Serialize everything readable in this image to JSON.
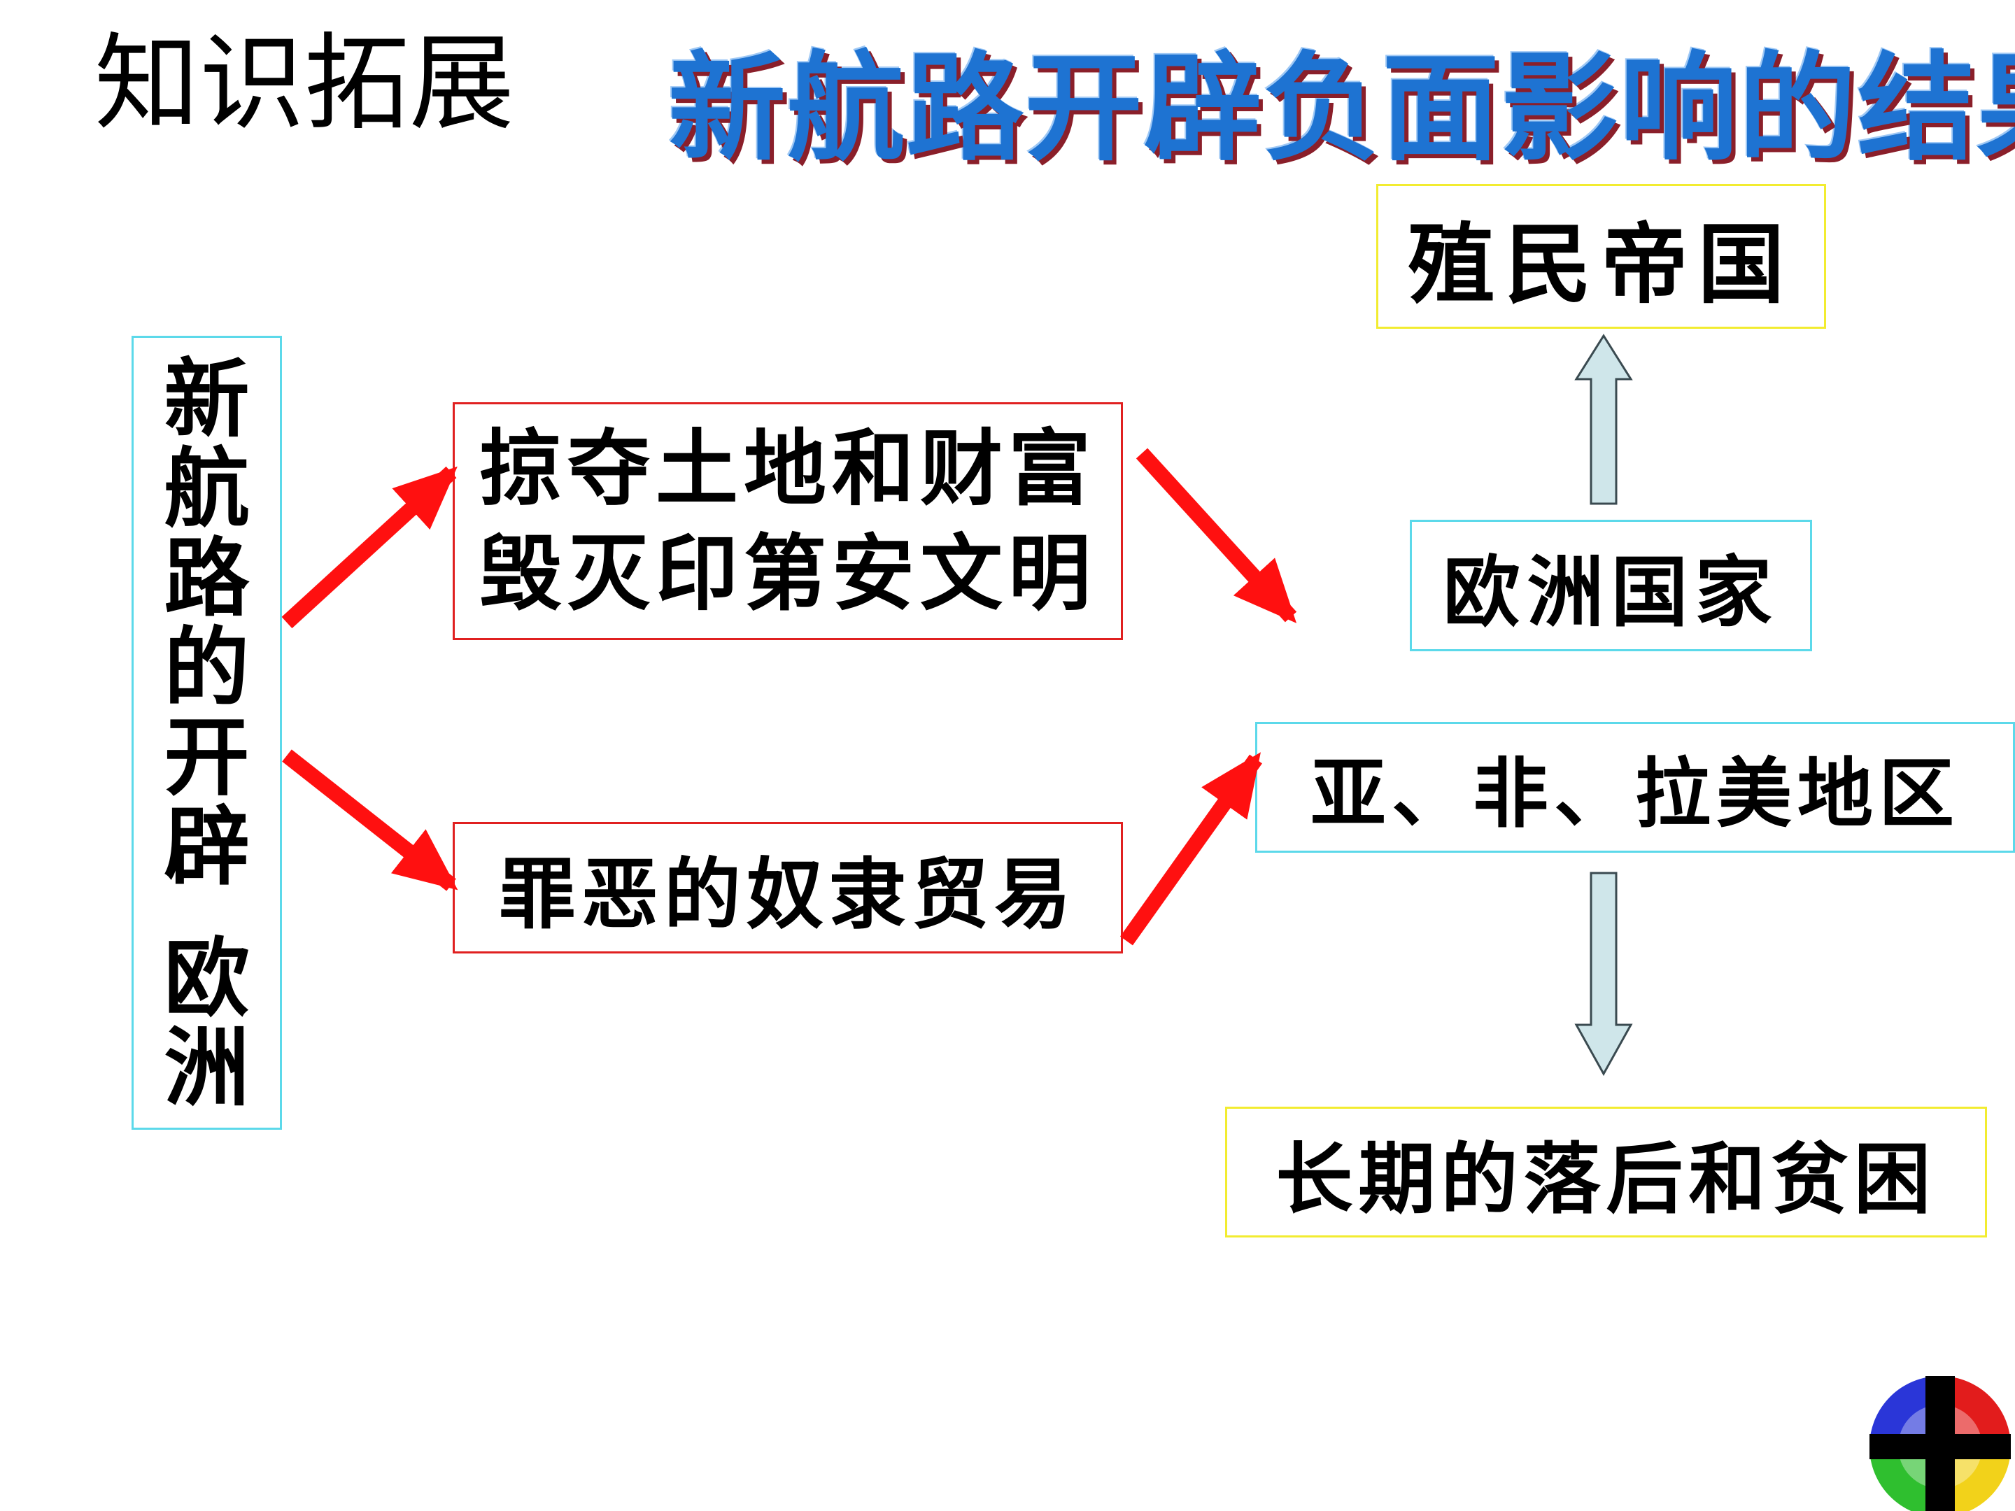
{
  "header": {
    "knowledge_label": "知识拓展",
    "title": "新航路开辟负面影响的结果"
  },
  "nodes": {
    "origin": [
      "新",
      "航",
      "路",
      "的",
      "开",
      "辟",
      "欧",
      "洲"
    ],
    "plunder_line1": "掠夺土地和财富",
    "plunder_line2": "毁灭印第安文明",
    "slave_trade": "罪恶的奴隶贸易",
    "colonial_empire": "殖民帝国",
    "european_countries": "欧洲国家",
    "regions": "亚、非、拉美地区",
    "backwardness": "长期的落后和贫困"
  },
  "colors": {
    "title": "#1e73d2",
    "title_shadow": "#8a1f2a",
    "red_arrow": "#ff1010",
    "block_arrow_fill": "#cfe6ea",
    "yellow_border": "#f2ec30",
    "cyan_border": "#5cd9ea",
    "red_border": "#e02020"
  },
  "logo": {
    "icon": "four-color-quadrant-logo",
    "quadrant_colors": [
      "#2a36d8",
      "#e21c1c",
      "#2fbf2f",
      "#f2d21a"
    ]
  }
}
